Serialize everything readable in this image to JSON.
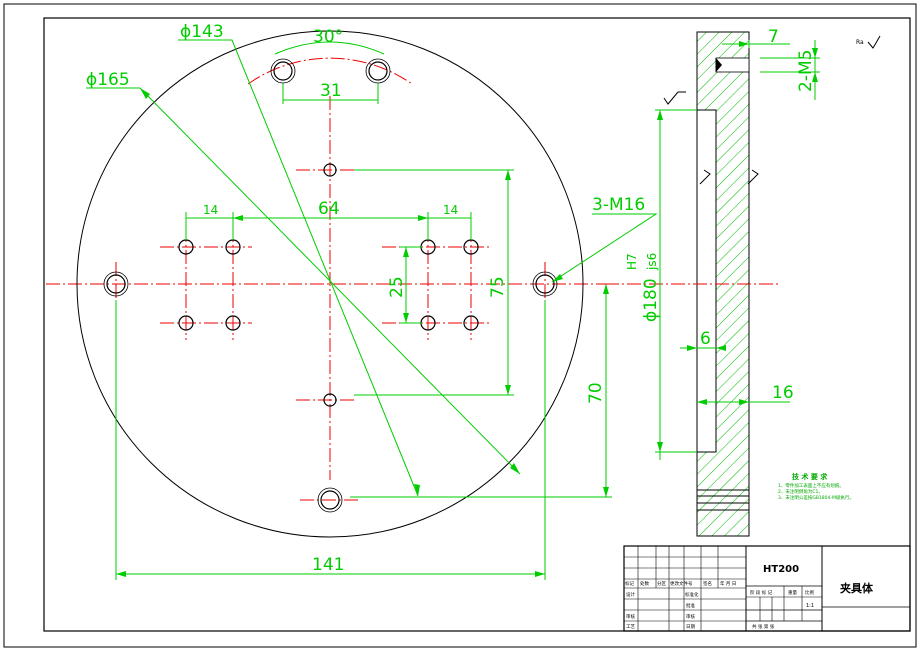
{
  "dimensions": {
    "dia_143": "ϕ143",
    "dia_165": "ϕ165",
    "angle_30": "30°",
    "d31": "31",
    "d64": "64",
    "d14_left": "14",
    "d14_right": "14",
    "thread_3m16": "3-M16",
    "d25": "25",
    "d75": "75",
    "d70": "70",
    "d141": "141",
    "d7": "7",
    "thread_2m5": "2-M5",
    "dia_180": "ϕ180",
    "fit_upper": "H7",
    "fit_lower": "js6",
    "d6": "6",
    "d16": "16"
  },
  "technical_requirements": {
    "title": "技 术 要 求",
    "items": [
      "1、零件加工表面上不应有划痕。",
      "2、未注明倒角为C1。",
      "3、未注明公差按GB1804-M级执行。"
    ]
  },
  "title_block": {
    "material": "HT200",
    "part_name": "夹具体",
    "scale": "1:1",
    "headers_row": [
      "标记",
      "处数",
      "分区",
      "更改文件号",
      "签名",
      "年 月 日"
    ],
    "left_labels": [
      "设计",
      "审核",
      "工艺"
    ],
    "mid_labels": [
      "标准化",
      "批准",
      "审核",
      "日期"
    ],
    "stage_labels": [
      "阶 段 标 记",
      "重量",
      "比例"
    ],
    "sheet_text": "共 张 第 张"
  },
  "colors": {
    "outline": "#000000",
    "dimension": "#00cc00",
    "centerline": "#ee0000",
    "hatch": "#00bb00"
  }
}
